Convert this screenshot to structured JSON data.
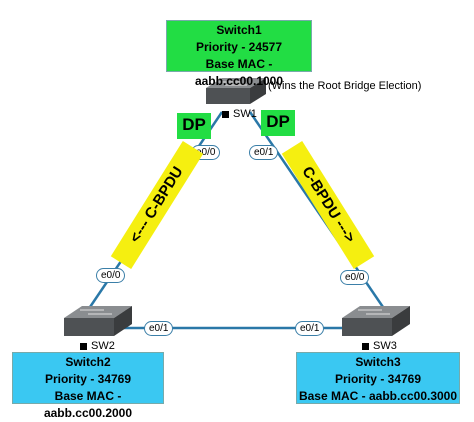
{
  "switch1": {
    "title": "Switch1",
    "priority": "Priority - 24577",
    "mac": "Base MAC - aabb.cc00.1000",
    "label": "SW1",
    "note": "(Wins the Root Bridge Election)"
  },
  "switch2": {
    "title": "Switch2",
    "priority": "Priority - 34769",
    "mac": "Base MAC - aabb.cc00.2000",
    "label": "SW2"
  },
  "switch3": {
    "title": "Switch3",
    "priority": "Priority - 34769",
    "mac": "Base MAC - aabb.cc00.3000",
    "label": "SW3"
  },
  "ports": {
    "sw1_left": "e0/0",
    "sw1_right": "e0/1",
    "sw2_top": "e0/0",
    "sw2_right": "e0/1",
    "sw3_top": "e0/0",
    "sw3_left": "e0/1"
  },
  "dp_left": "DP",
  "dp_right": "DP",
  "bpdu_left": "<--- C-BPDU",
  "bpdu_right": "C-BPDU --->",
  "colors": {
    "green": "#22dd44",
    "cyan": "#3ac8f2",
    "yellow": "#f5ef10",
    "link": "#2a78a8"
  }
}
